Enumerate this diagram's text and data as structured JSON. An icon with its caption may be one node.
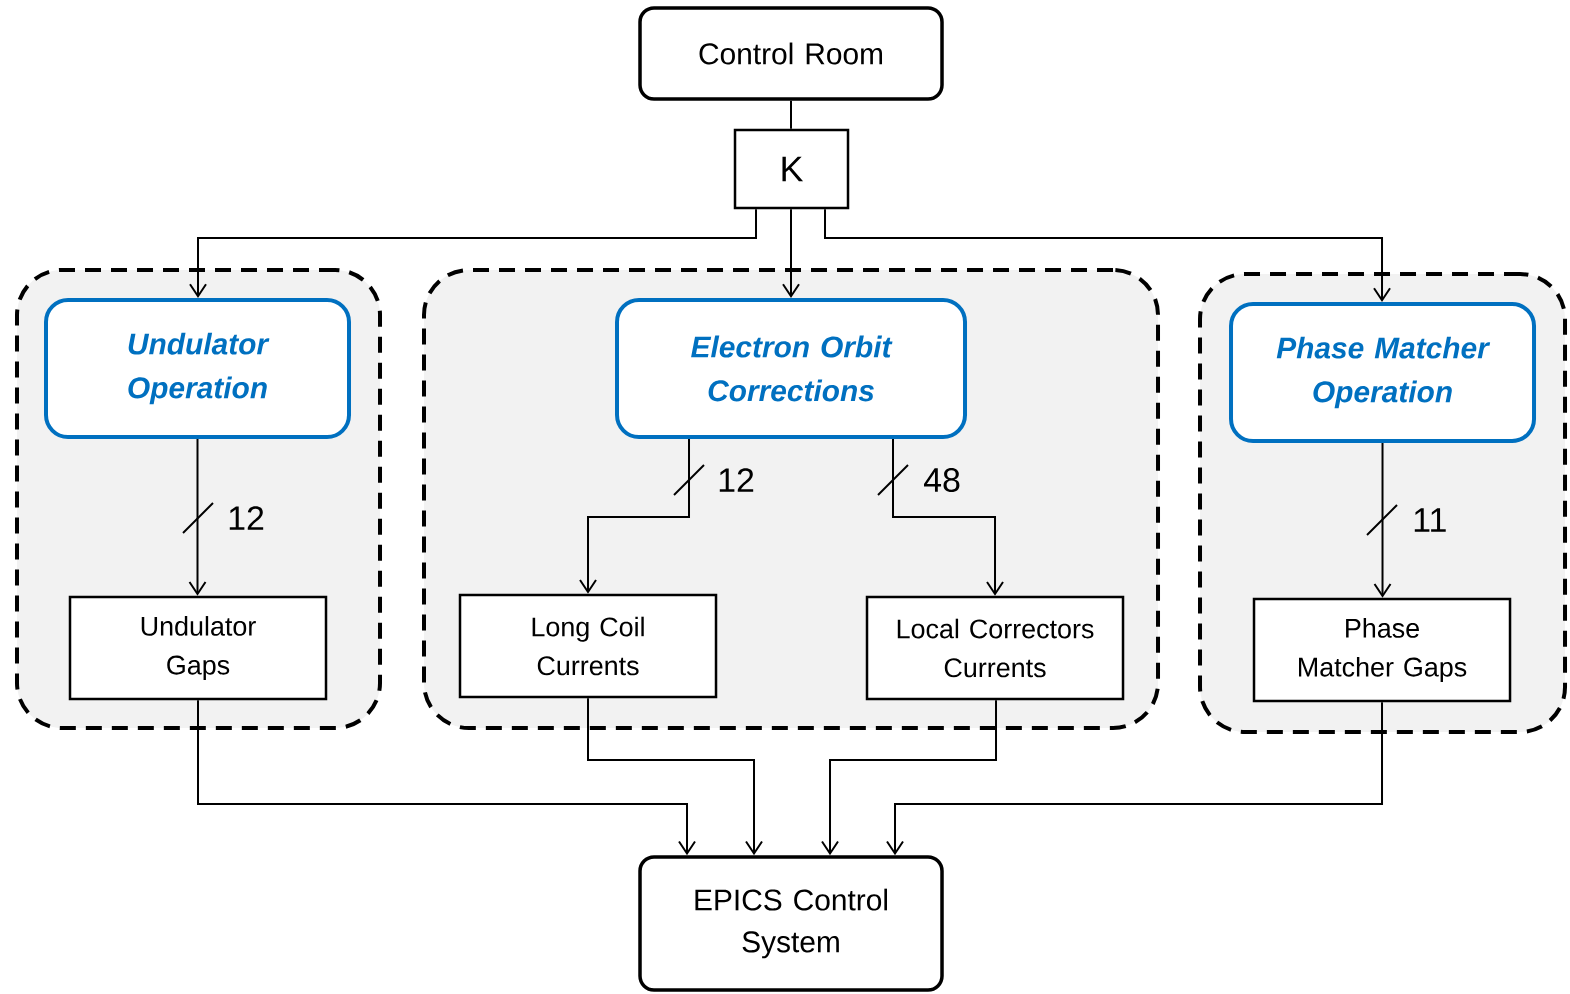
{
  "diagram": {
    "nodes": [
      {
        "text": [
          "Control Room"
        ]
      },
      {
        "text": [
          "K"
        ]
      },
      {
        "text": [],
        "shape": "box"
      },
      {
        "text": [
          "Undulator Operation"
        ],
        "in": 2
      },
      {
        "text": [
          "Undulator Gaps"
        ],
        "in": 2
      },
      {
        "text": [],
        "shape": "box"
      },
      {
        "text": [
          "Electron Orbit Corrections"
        ],
        "in": 5
      },
      {
        "text": [
          "Long Coil Currents"
        ],
        "in": 5
      },
      {
        "text": [
          "Local Correctors Currents"
        ],
        "in": 5
      },
      {
        "text": [],
        "shape": "box"
      },
      {
        "text": [
          "Phase Matcher Operation"
        ],
        "in": 9
      },
      {
        "text": [
          "Phase Matcher Gaps"
        ],
        "in": 9
      },
      {
        "text": [
          "EPICS Control System"
        ]
      }
    ],
    "edges": [
      {
        "from": 0,
        "to": 1,
        "arrow": "none"
      },
      {
        "from": 1,
        "to": 3,
        "arrow": "to"
      },
      {
        "from": 1,
        "to": 6,
        "arrow": "to"
      },
      {
        "from": 1,
        "to": 10,
        "arrow": "to"
      },
      {
        "from": 3,
        "to": 4,
        "arrow": "to",
        "label": "12"
      },
      {
        "from": 6,
        "to": 7,
        "arrow": "to",
        "label": "12"
      },
      {
        "from": 6,
        "to": 8,
        "arrow": "to",
        "label": "48"
      },
      {
        "from": 10,
        "to": 11,
        "arrow": "to",
        "label": "11"
      },
      {
        "from": 4,
        "to": 12,
        "arrow": "to"
      },
      {
        "from": 7,
        "to": 12,
        "arrow": "to"
      },
      {
        "from": 8,
        "to": 12,
        "arrow": "to"
      },
      {
        "from": 11,
        "to": 12,
        "arrow": "to"
      }
    ]
  }
}
